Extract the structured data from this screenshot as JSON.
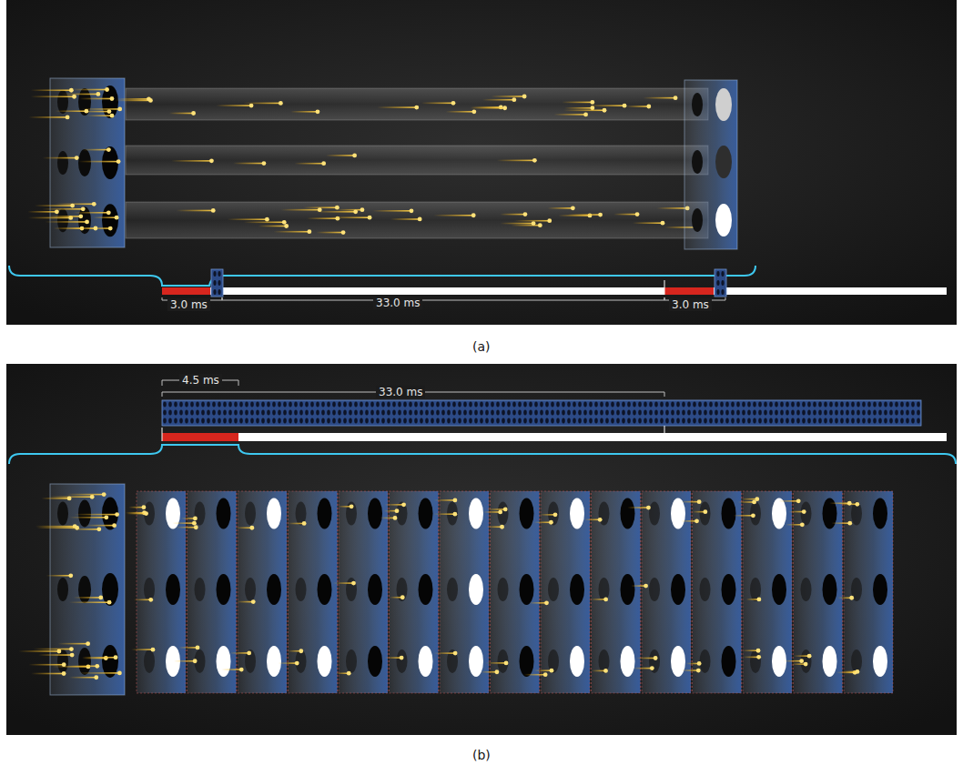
{
  "diagram": {
    "labels": [
      "3.0 ms",
      "33.0 ms",
      "3.0 ms",
      "4.5 ms",
      "33.0 ms",
      "(a)",
      "(b)"
    ]
  }
}
